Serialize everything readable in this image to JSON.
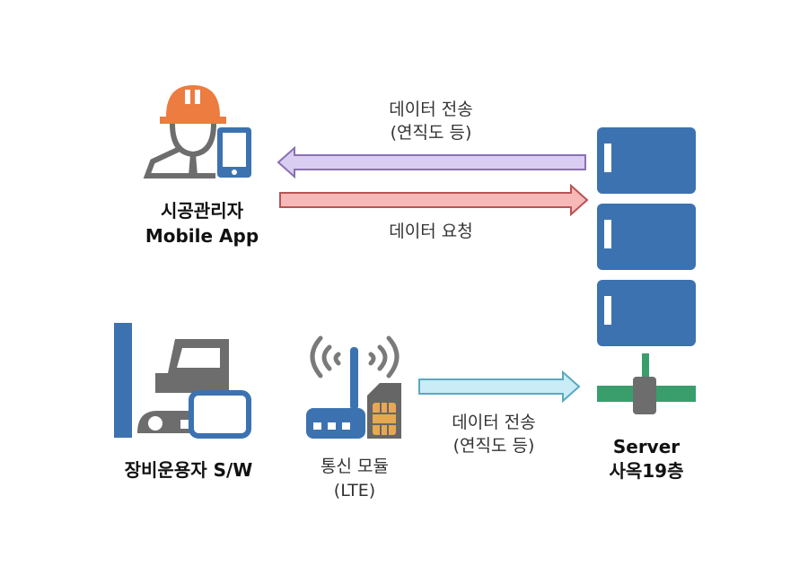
{
  "colors": {
    "blue": "#3c72b0",
    "gray": "#6d6d6d",
    "orange": "#ec7c3f",
    "green": "#3a9e6c",
    "purple_fill": "#d9cdf1",
    "purple_stroke": "#8a70b3",
    "red_fill": "#f7b8b8",
    "red_stroke": "#b85454",
    "cyan_fill": "#c9ecf6",
    "cyan_stroke": "#5aaabf",
    "sim_gold": "#e6a94f"
  },
  "nodes": {
    "mobile_app": {
      "line1": "시공관리자",
      "line2": "Mobile App",
      "icon": "worker-with-phone-icon"
    },
    "equipment_sw": {
      "label": "장비운용자 S/W",
      "icon": "excavator-with-monitor-icon"
    },
    "comm_module": {
      "line1": "통신 모듈",
      "line2": "(LTE)",
      "icon": "antenna-sim-router-icon"
    },
    "server": {
      "line1": "Server",
      "line2": "사옥19층",
      "icon": "server-rack-icon"
    }
  },
  "arrows": {
    "server_to_app": {
      "line1": "데이터 전송",
      "line2": "(연직도 등)",
      "direction": "left"
    },
    "app_to_server": {
      "label": "데이터 요청",
      "direction": "right"
    },
    "module_to_server": {
      "line1": "데이터 전송",
      "line2": "(연직도 등)",
      "direction": "right"
    }
  }
}
